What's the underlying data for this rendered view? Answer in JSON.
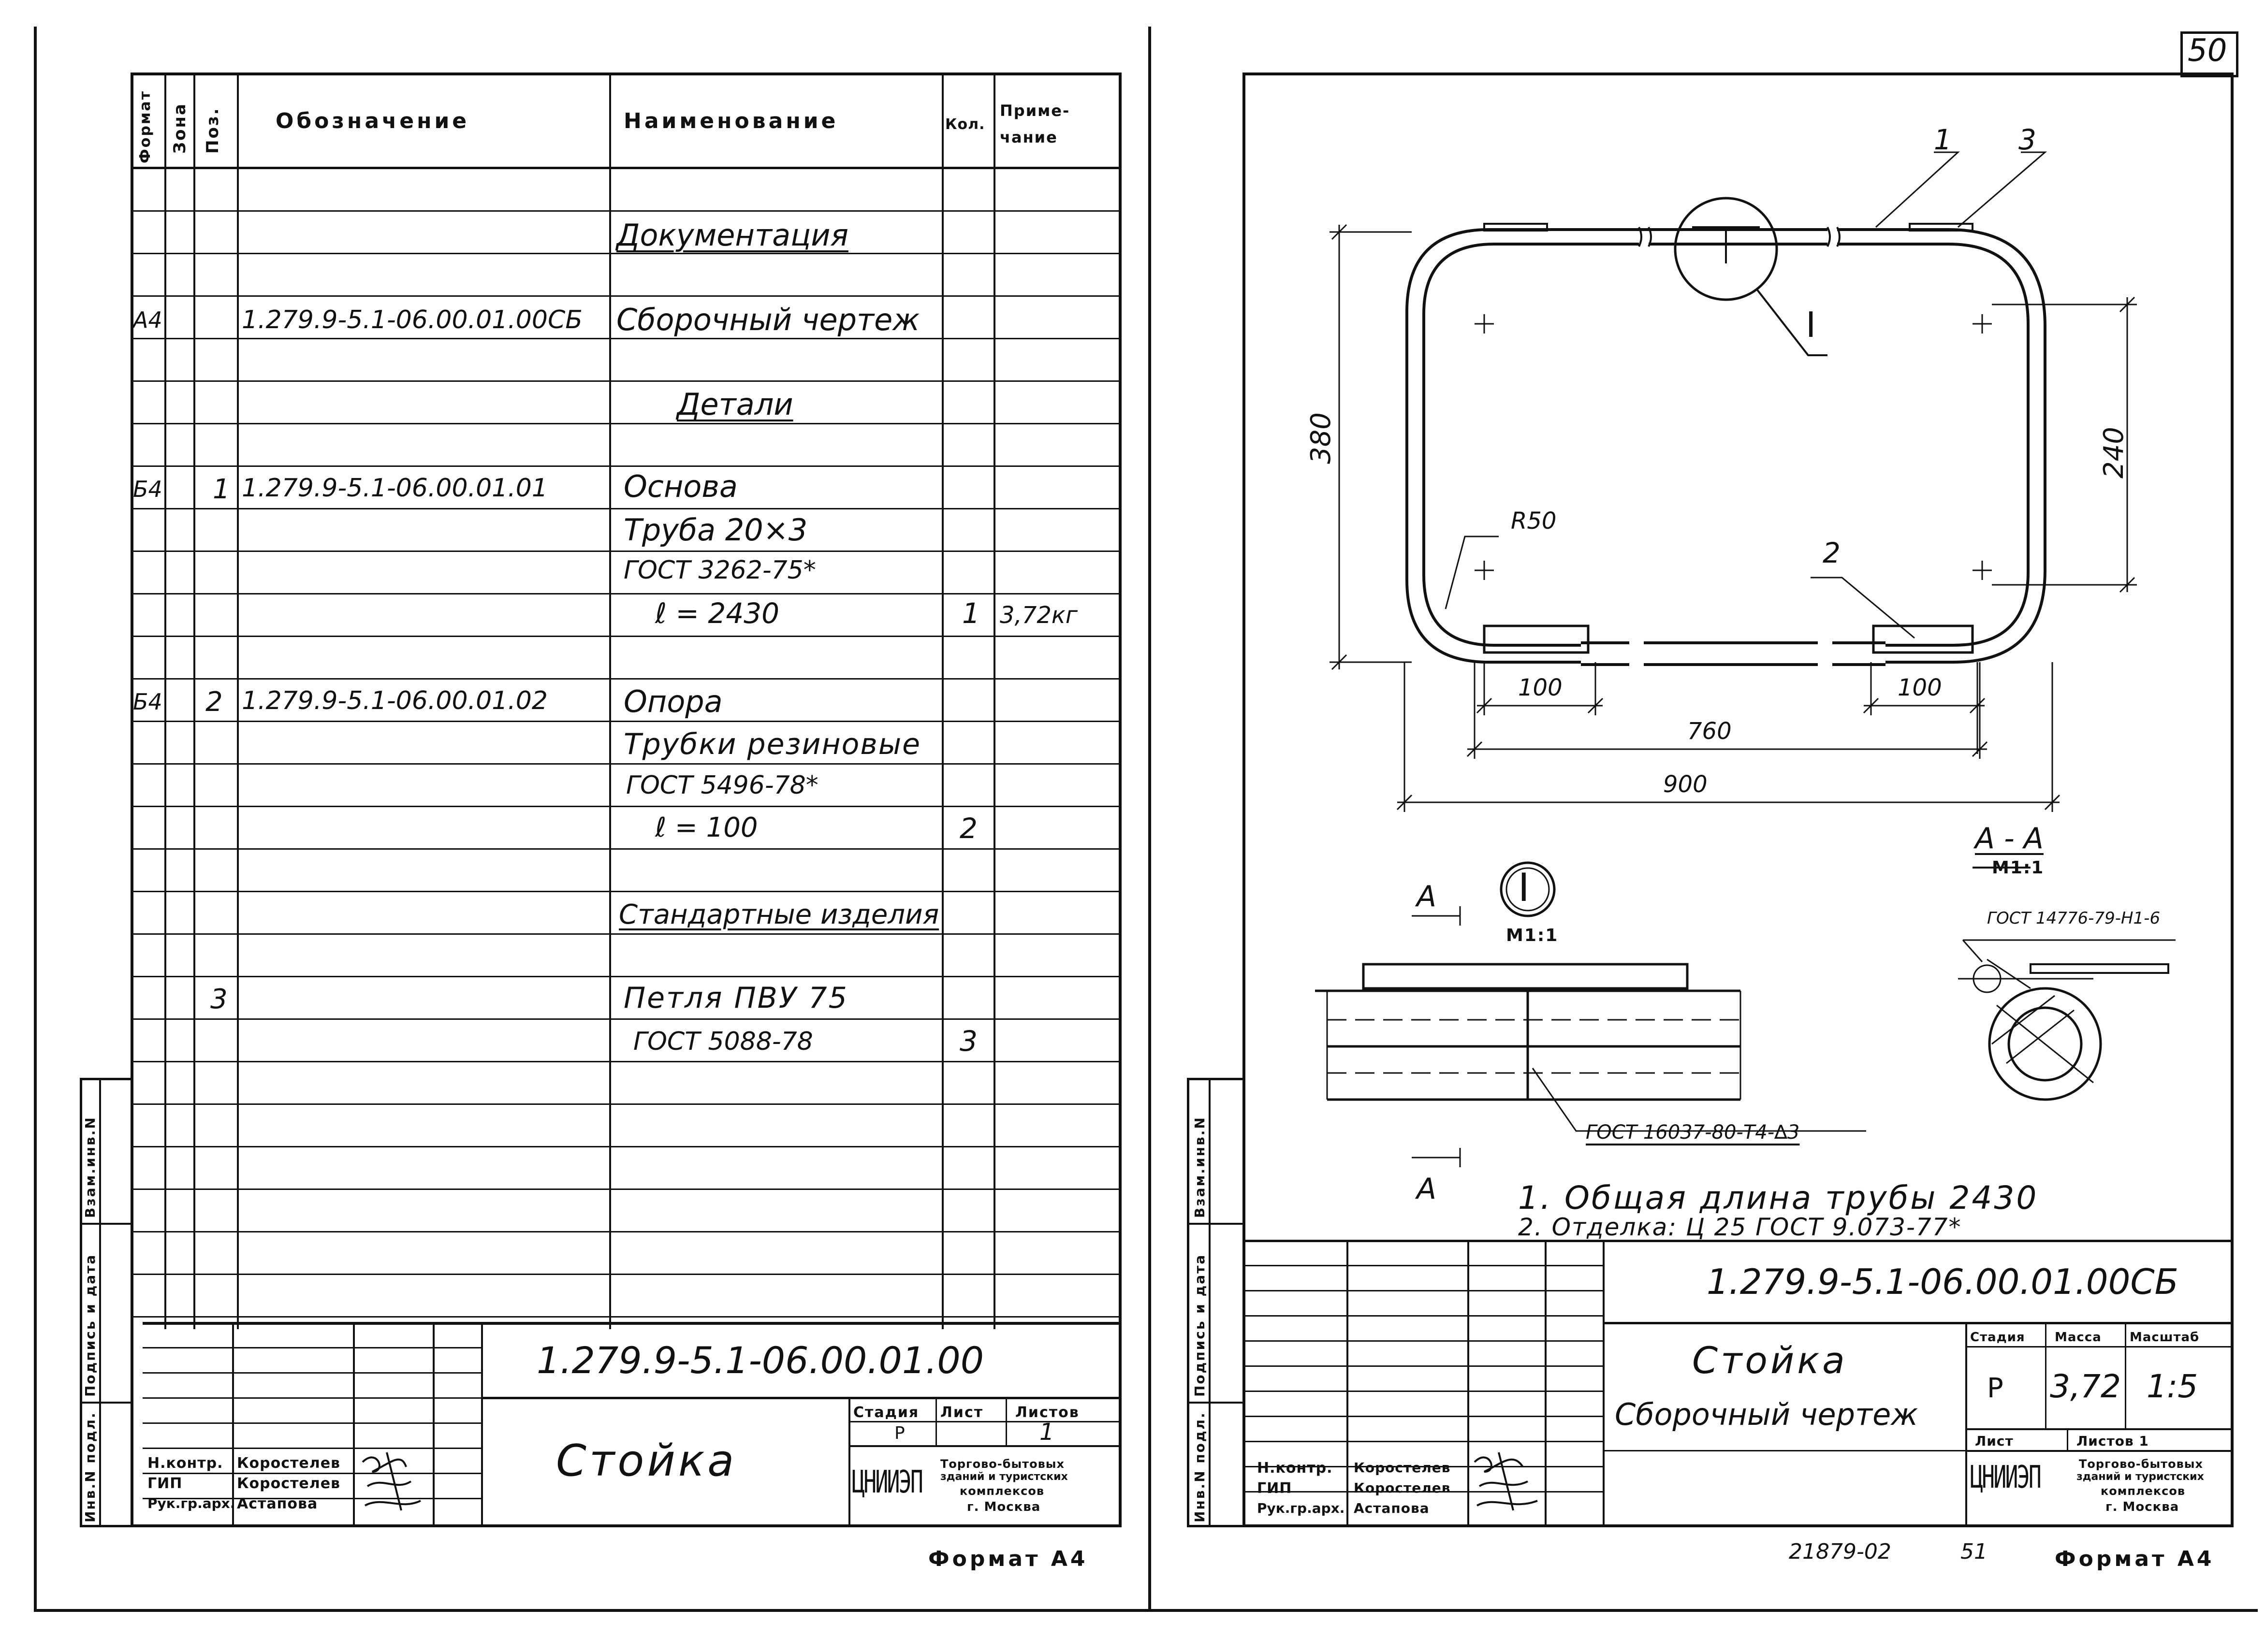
{
  "page_number": "50",
  "left_sheet": {
    "columns": {
      "format": "Формат",
      "zone": "Зона",
      "pos": "Поз.",
      "designation": "Обозначение",
      "name": "Наименование",
      "qty": "Кол.",
      "note_line1": "Приме-",
      "note_line2": "чание"
    },
    "rows": [
      {
        "format": "",
        "pos": "",
        "designation": "",
        "name": "Документация",
        "qty": "",
        "note": "",
        "section": true
      },
      {
        "format": "А4",
        "pos": "",
        "designation": "1.279.9-5.1-06.00.01.00СБ",
        "name": "Сборочный чертеж",
        "qty": "",
        "note": ""
      },
      {
        "format": "",
        "pos": "",
        "designation": "",
        "name": "Детали",
        "qty": "",
        "note": "",
        "section": true
      },
      {
        "format": "Б4",
        "pos": "1",
        "designation": "1.279.9-5.1-06.00.01.01",
        "name": "Основа",
        "qty": "",
        "note": ""
      },
      {
        "format": "",
        "pos": "",
        "designation": "",
        "name": "Труба 20×3",
        "qty": "",
        "note": ""
      },
      {
        "format": "",
        "pos": "",
        "designation": "",
        "name": "ГОСТ 3262-75*",
        "qty": "",
        "note": ""
      },
      {
        "format": "",
        "pos": "",
        "designation": "",
        "name": "ℓ = 2430",
        "qty": "1",
        "note": "3,72кг"
      },
      {
        "format": "Б4",
        "pos": "2",
        "designation": "1.279.9-5.1-06.00.01.02",
        "name": "Опора",
        "qty": "",
        "note": ""
      },
      {
        "format": "",
        "pos": "",
        "designation": "",
        "name": "Трубки резиновые",
        "qty": "",
        "note": ""
      },
      {
        "format": "",
        "pos": "",
        "designation": "",
        "name": "ГОСТ 5496-78*",
        "qty": "",
        "note": ""
      },
      {
        "format": "",
        "pos": "",
        "designation": "",
        "name": "ℓ = 100",
        "qty": "2",
        "note": ""
      },
      {
        "format": "",
        "pos": "",
        "designation": "",
        "name": "Стандартные изделия",
        "qty": "",
        "note": "",
        "section": true
      },
      {
        "format": "",
        "pos": "3",
        "designation": "",
        "name": "Петля ПВУ 75",
        "qty": "",
        "note": ""
      },
      {
        "format": "",
        "pos": "",
        "designation": "",
        "name": "ГОСТ 5088-78",
        "qty": "3",
        "note": ""
      }
    ],
    "side_stamp": [
      "Взам.инв.N",
      "Подпись и дата",
      "Инв.N подл."
    ],
    "title_block": {
      "code": "1.279.9-5.1-06.00.01.00",
      "title": "Стойка",
      "stage_label": "Стадия",
      "sheet_label": "Лист",
      "sheets_label": "Листов",
      "stage": "Р",
      "sheets": "1",
      "roles": [
        "Н.контр.",
        "ГИП",
        "Рук.гр.арх."
      ],
      "names": [
        "Коростелев",
        "Коростелев",
        "Астапова"
      ],
      "org_logo": "ЦНИИЭП",
      "org": [
        "Торгово-бытовых",
        "зданий и туристских",
        "комплексов",
        "г. Москва"
      ]
    },
    "format_label": "Формат А4"
  },
  "right_sheet": {
    "drawing": {
      "dim_380": "380",
      "dim_240": "240",
      "dim_r50": "R50",
      "dim_100a": "100",
      "dim_100b": "100",
      "dim_760": "760",
      "dim_900": "900",
      "callout_1": "1",
      "callout_2": "2",
      "callout_3": "3",
      "detail_mark": "I",
      "detail_scale": "М1:1",
      "section_label": "А - А",
      "section_scale": "М1:1",
      "section_mark_a": "А",
      "weld_note_1": "ГОСТ 14776-79-Н1-6",
      "weld_note_2": "ГОСТ 16037-80-Т4-∆3"
    },
    "notes": [
      "1. Общая длина трубы  2430",
      "2. Отделка: Ц 25 ГОСТ 9.073-77*"
    ],
    "side_stamp": [
      "Взам.инв.N",
      "Подпись и дата",
      "Инв.N подл."
    ],
    "title_block": {
      "code": "1.279.9-5.1-06.00.01.00СБ",
      "title_line1": "Стойка",
      "title_line2": "Сборочный чертеж",
      "stage_label": "Стадия",
      "mass_label": "Масса",
      "scale_label": "Масштаб",
      "stage": "Р",
      "mass": "3,72",
      "scale": "1:5",
      "sheet_label": "Лист",
      "sheets_label": "Листов 1",
      "roles": [
        "Н.контр.",
        "ГИП",
        "Рук.гр.арх."
      ],
      "names": [
        "Коростелев",
        "Коростелев",
        "Астапова"
      ],
      "org_logo": "ЦНИИЭП",
      "org": [
        "Торгово-бытовых",
        "зданий и туристских",
        "комплексов",
        "г. Москва"
      ]
    },
    "archive_no": "21879-02",
    "page_small": "51",
    "format_label": "Формат А4"
  }
}
